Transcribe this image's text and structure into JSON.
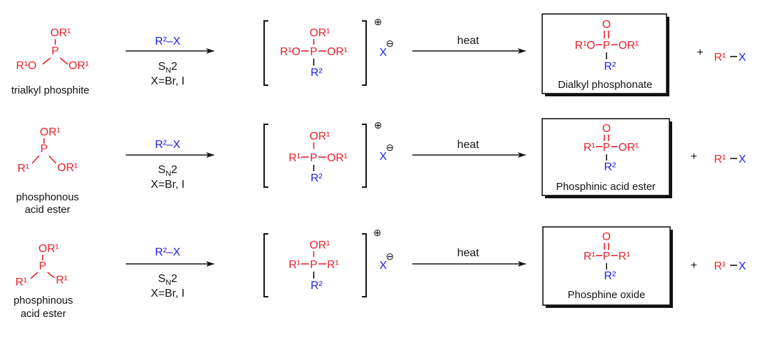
{
  "colors": {
    "substituent_r1": "#e8202a",
    "substituent_r2": "#1c1ce6",
    "text": "#111111"
  },
  "reagent": {
    "r2x": "R²–X",
    "mech_s": "S",
    "mech_sub": "N",
    "mech_tail": "2",
    "x_def": "X=Br, I"
  },
  "condition": "heat",
  "charges": {
    "plus": "⊕",
    "minus": "⊖",
    "counter_ion": "X"
  },
  "plus_sign": "+",
  "byproduct": {
    "r1": "R¹",
    "x": "X"
  },
  "atoms": {
    "P": "P",
    "O": "O",
    "OR1": "OR¹",
    "R1O": "R¹O",
    "R1": "R¹",
    "R2": "R²"
  },
  "rows": [
    {
      "reactant_name": [
        "trialkyl phosphite"
      ],
      "product_name": "Dialkyl phosphonate"
    },
    {
      "reactant_name": [
        "phosphonous",
        "acid ester"
      ],
      "product_name": "Phosphinic acid ester"
    },
    {
      "reactant_name": [
        "phosphinous",
        "acid ester"
      ],
      "product_name": "Phosphine oxide"
    }
  ]
}
